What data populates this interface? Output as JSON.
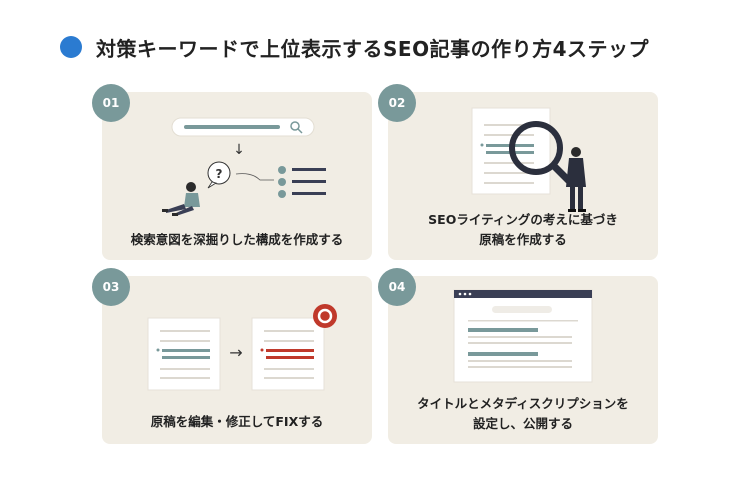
{
  "title": "対策キーワードで上位表示するSEO記事の作り方4ステップ",
  "colors": {
    "title_dot": "#2b7bd1",
    "card_bg": "#f1ede4",
    "step_badge": "#79999a",
    "teal_line": "#79999a",
    "red_line": "#c0392b"
  },
  "steps": [
    {
      "number": "01",
      "caption_lines": [
        "検索意図を深掘りした構成を作成する"
      ]
    },
    {
      "number": "02",
      "caption_lines": [
        "SEOライティングの考えに基づき",
        "原稿を作成する"
      ]
    },
    {
      "number": "03",
      "caption_lines": [
        "原稿を編集・修正してFIXする"
      ]
    },
    {
      "number": "04",
      "caption_lines": [
        "タイトルとメタディスクリプションを",
        "設定し、公開する"
      ]
    }
  ],
  "icons": {
    "step1": [
      "search-bar",
      "search-icon",
      "arrow-down-icon",
      "question-bubble-icon",
      "list-icon",
      "person-sitting-illustration"
    ],
    "step2": [
      "document-icon",
      "magnifier-icon",
      "person-standing-illustration"
    ],
    "step3": [
      "document-icon",
      "arrow-right-icon",
      "document-edited-icon",
      "red-circle-icon"
    ],
    "step4": [
      "browser-window-icon"
    ]
  },
  "symbols": {
    "question": "?",
    "arrow_down": "↓",
    "arrow_right": "→"
  }
}
